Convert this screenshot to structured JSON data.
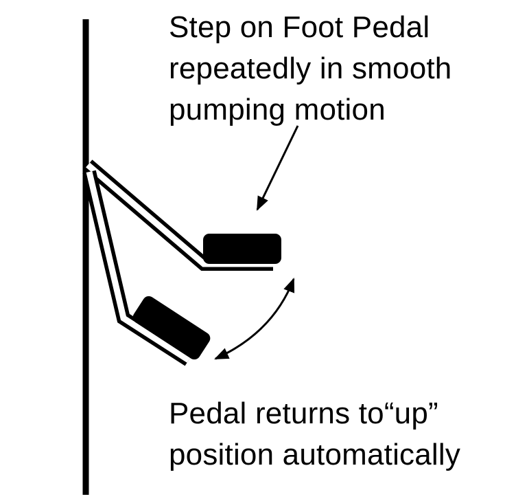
{
  "instruction": {
    "lines": [
      "Step on Foot Pedal",
      "repeatedly in smooth",
      "pumping motion"
    ]
  },
  "return_note": {
    "lines": [
      "Pedal returns to“up”",
      "position automatically"
    ]
  },
  "icons": {
    "wall": "vertical-wall-line",
    "pedal_up": "foot-pedal-up-position",
    "pedal_down": "foot-pedal-down-position",
    "step_arrow": "pointer-arrow",
    "motion_arrow": "double-headed-curved-arrow"
  },
  "colors": {
    "ink": "#000000",
    "background": "#ffffff"
  }
}
